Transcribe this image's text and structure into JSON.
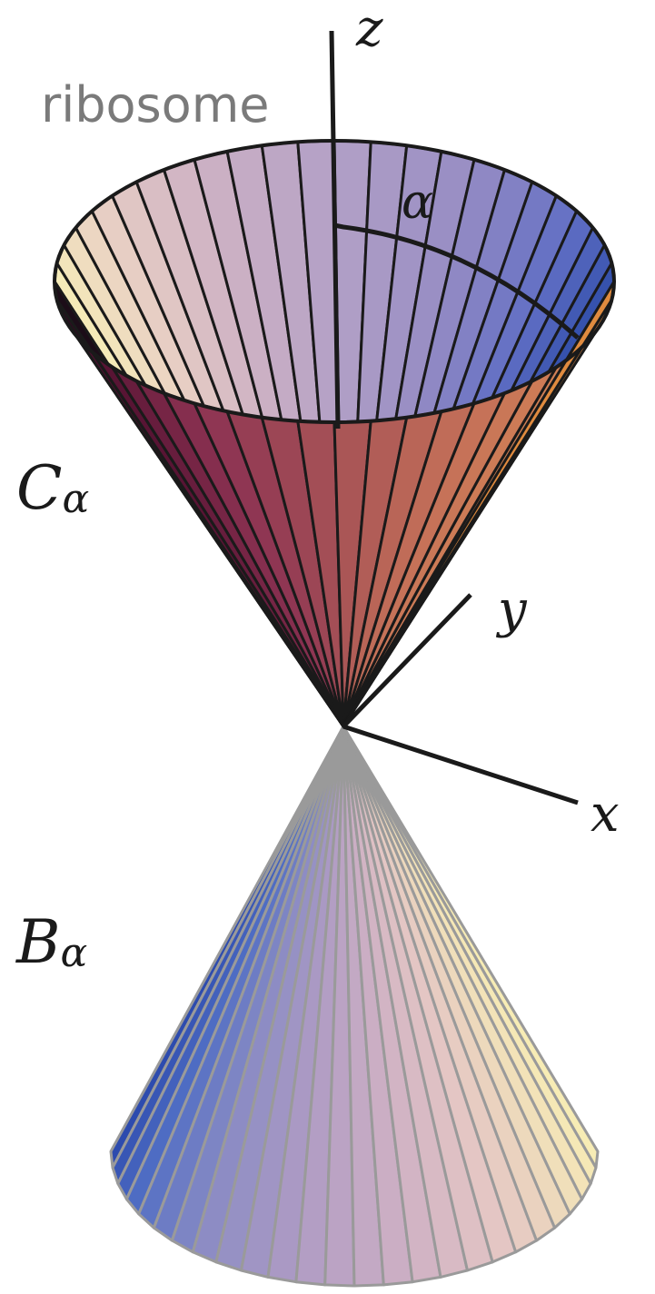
{
  "caption": "ribosome",
  "axes": {
    "x": "x",
    "y": "y",
    "z": "z"
  },
  "angle_symbol": "α",
  "cones": {
    "upper": {
      "label_main": "C",
      "label_sub": "α"
    },
    "lower": {
      "label_main": "B",
      "label_sub": "α"
    }
  },
  "colors": {
    "text": "#1a1a1a",
    "caption": "#7a7a7a",
    "upper_edge": "#1a1a1a",
    "lower_edge": "#9a9a9a"
  }
}
